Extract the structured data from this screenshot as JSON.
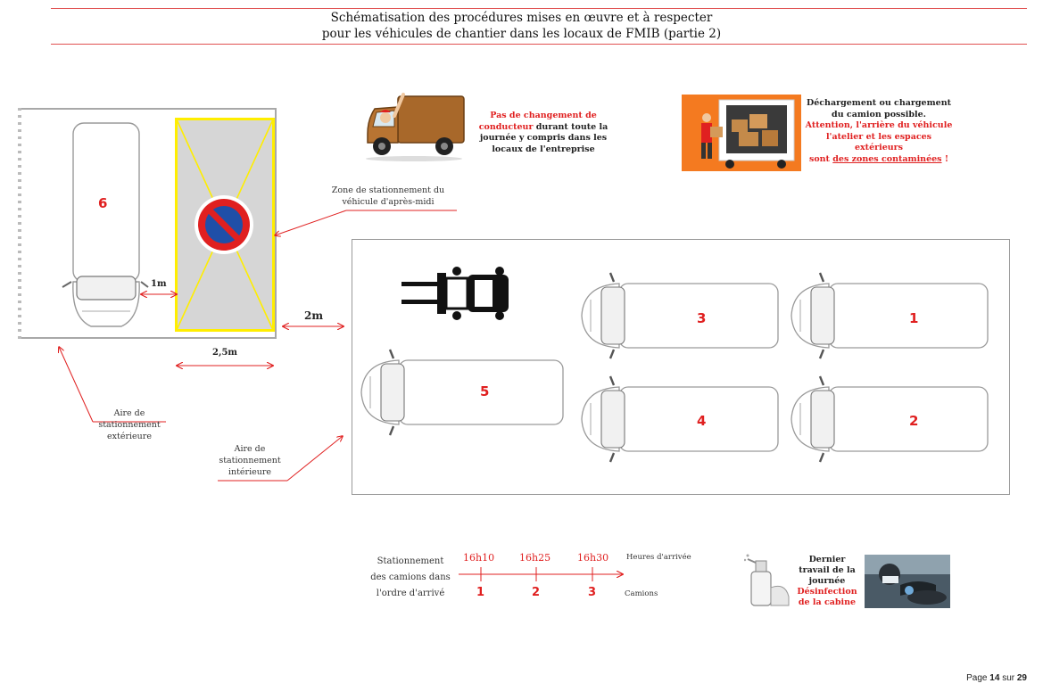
{
  "header": {
    "title_line1": "Schématisation des procédures mises en œuvre et à respecter",
    "title_line2": "pour les véhicules de chantier dans les locaux de FMIB (partie 2)"
  },
  "exterior": {
    "van_number": "6",
    "gap_1m": "1m",
    "width_label": "2,5m",
    "gap_2m": "2m",
    "zone_label_line1": "Zone de stationnement du",
    "zone_label_line2": "véhicule d'après-midi",
    "area_label_line1": "Aire de",
    "area_label_line2": "stationnement",
    "area_label_line3": "extérieure"
  },
  "interior": {
    "area_label_line1": "Aire de",
    "area_label_line2": "stationnement",
    "area_label_line3": "intérieure",
    "vans": [
      "3",
      "1",
      "5",
      "4",
      "2"
    ]
  },
  "driver_note": {
    "part_red1": "Pas de changement de",
    "part_red2": "conducteur",
    "part_black1": " durant toute la",
    "part_black2": "journée y compris dans les",
    "part_black3": "locaux de l'entreprise"
  },
  "loading_note": {
    "line1": "Déchargement ou chargement",
    "line2": "du camion possible.",
    "line3": "Attention, l'arrière du véhicule",
    "line4": "l'atelier et les espaces",
    "line5": "extérieurs",
    "line6_pre": "sont ",
    "line6_u": "des zones contaminées",
    "line6_post": " !"
  },
  "timeline": {
    "caption_line1": "Stationnement",
    "caption_line2": "des camions dans",
    "caption_line3": "l'ordre d'arrivé",
    "times": [
      "16h10",
      "16h25",
      "16h30"
    ],
    "trucks": [
      "1",
      "2",
      "3"
    ],
    "heures_label": "Heures d'arrivée",
    "camions_label": "Camions"
  },
  "last_task": {
    "line1": "Dernier",
    "line2": "travail de la",
    "line3": "journée",
    "line4": "Désinfection",
    "line5": "de la cabine"
  },
  "footer": {
    "page_label": "Page",
    "page_number": "14",
    "of_label": "sur",
    "page_total": "29"
  },
  "colors": {
    "accent_red": "#e02020",
    "rule_red": "#e05050",
    "zone_yellow": "#ffee00",
    "zone_gray": "#d6d6d6",
    "sign_blue": "#1f4fa8"
  }
}
